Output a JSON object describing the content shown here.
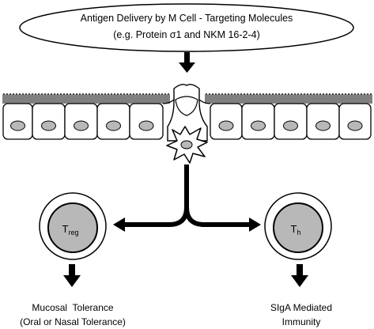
{
  "header": {
    "line1": "Antigen Delivery by M Cell - Targeting Molecules",
    "line2": "(e.g. Protein σ1 and NKM 16-2-4)"
  },
  "left_cell": {
    "label_main": "T",
    "label_sub": "reg"
  },
  "right_cell": {
    "label_main": "T",
    "label_sub": "h"
  },
  "left_outcome": {
    "line1": "Mucosal  Tolerance",
    "line2": "(Oral or Nasal Tolerance)"
  },
  "right_outcome": {
    "line1": "SIgA Mediated",
    "line2": "Immunity"
  },
  "colors": {
    "nucleus": "#b8b8b8",
    "stroke": "#000000",
    "background": "#ffffff"
  }
}
